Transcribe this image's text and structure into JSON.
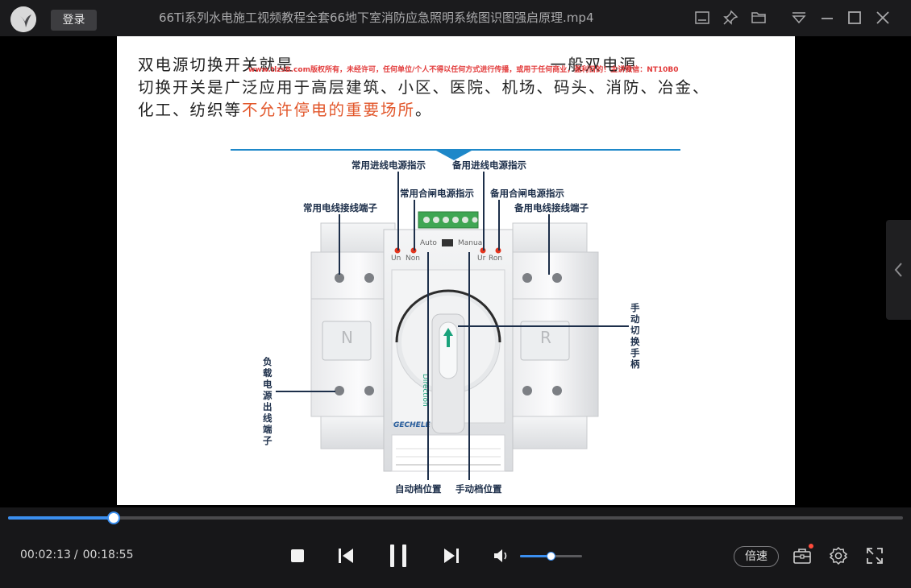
{
  "titlebar": {
    "login_label": "登录",
    "file_title": "66Ti系列水电施工视频教程全套66地下室消防应急照明系统图识图强启原理.mp4",
    "icons": [
      "logo-icon",
      "subtitle-icon",
      "pin-icon",
      "folder-icon",
      "menu-icon",
      "minimize-icon",
      "maximize-icon",
      "close-icon"
    ]
  },
  "slide": {
    "para_line1_a": "双电源切换开关就是",
    "para_line1_b": "一般双电源",
    "para_line2": "切换开关是广泛应用于高层建筑、小区、医院、机场、码头、消防、冶金、",
    "para_line3_a": "化工、纺织等",
    "para_line3_red": "不允许停电的重要场所",
    "para_line3_end": "。",
    "watermark": "www.tlzsB.com版权所有，未经许可，任何单位/个人不得以任何方式进行传播，或用于任何商业，盈利目的！主讲微信：NT10B0",
    "diagram": {
      "label_main_power_indicator": "常用进线电源指示",
      "label_backup_power_indicator": "备用进线电源指示",
      "label_main_close_indicator": "常用合闸电源指示",
      "label_backup_close_indicator": "备用合闸电源指示",
      "label_main_terminal": "常用电线接线端子",
      "label_backup_terminal": "备用电线接线端子",
      "label_manual_handle": "手动切换手柄",
      "label_load_terminal": "负载电源出线端子",
      "label_auto_position": "自动档位置",
      "label_manual_position": "手动档位置",
      "device_auto": "Auto",
      "device_manual": "Manual",
      "device_un": "Un",
      "device_non": "Non",
      "device_ur": "Ur",
      "device_ron": "Ron",
      "device_n": "N",
      "device_r": "R",
      "device_direction": "Direction",
      "device_brand": "GECHELE"
    }
  },
  "player": {
    "current_time": "00:02:13",
    "separator": "/",
    "total_time": "00:18:55",
    "progress_fraction": 0.117,
    "volume_fraction": 0.49,
    "speed_label": "倍速",
    "accent_color": "#3b8ff0",
    "icons": [
      "stop-icon",
      "previous-icon",
      "pause-icon",
      "next-icon",
      "volume-icon",
      "toolbox-icon",
      "settings-icon",
      "fullscreen-icon",
      "side-panel-chevron-icon"
    ]
  }
}
